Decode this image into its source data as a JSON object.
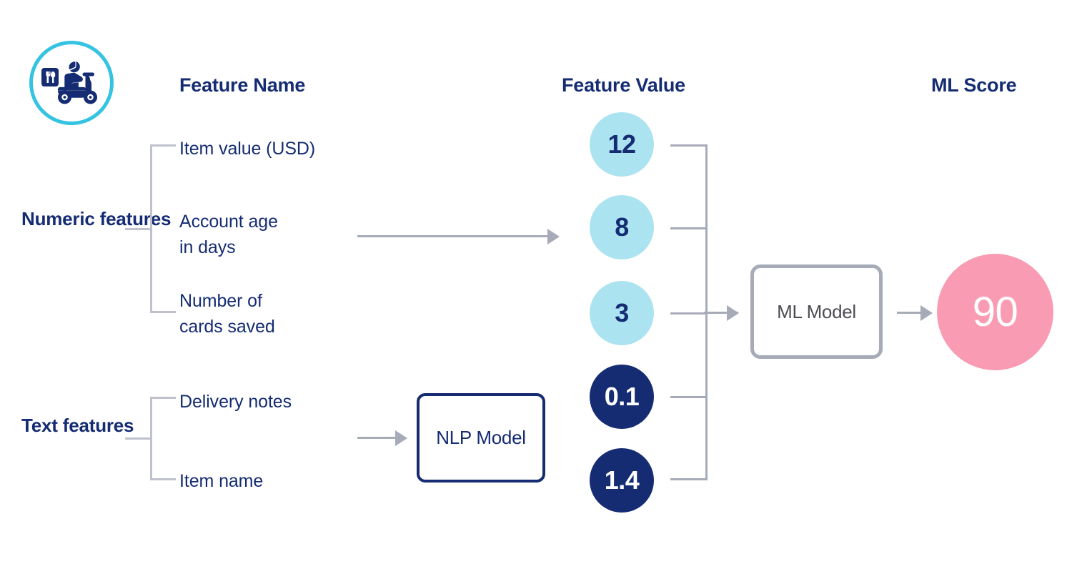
{
  "brand": {
    "icon_name": "delivery-scooter-icon",
    "ring_color": "#35C3E2",
    "glyph_color": "#152C73"
  },
  "headers": {
    "feature_name": "Feature Name",
    "feature_value": "Feature Value",
    "ml_score": "ML Score"
  },
  "groups": {
    "numeric": "Numeric\nfeatures",
    "text": "Text\nfeatures"
  },
  "features": [
    {
      "name": "Item value (USD)",
      "group": "numeric",
      "value": "12",
      "style": "light"
    },
    {
      "name": "Account age\nin days",
      "group": "numeric",
      "value": "8",
      "style": "light"
    },
    {
      "name": "Number of\ncards saved",
      "group": "numeric",
      "value": "3",
      "style": "light"
    },
    {
      "name": "Delivery notes",
      "group": "text",
      "value": "0.1",
      "style": "dark"
    },
    {
      "name": "Item name",
      "group": "text",
      "value": "1.4",
      "style": "dark"
    }
  ],
  "models": {
    "nlp": "NLP Model",
    "ml": "ML Model"
  },
  "score": {
    "value": "90"
  },
  "colors": {
    "navy": "#152C73",
    "light_blue": "#ACE3F0",
    "cyan": "#35C3E2",
    "gray": "#A7ABB8",
    "pink": "#F99CB3",
    "white": "#FFFFFF"
  }
}
